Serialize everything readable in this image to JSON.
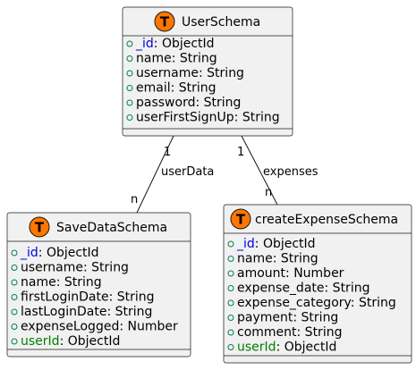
{
  "badge_letter": "T",
  "colors": {
    "badge": "#ff7700",
    "box_fill": "#f1f1f1",
    "visibility_marker": "#038048",
    "id_field": "#0000ee",
    "ref_field": "#008000"
  },
  "classes": {
    "user": {
      "title": "UserSchema",
      "attributes": [
        {
          "name": "_id",
          "type": ": ObjectId",
          "style": "blue"
        },
        {
          "name": "name",
          "type": ": String",
          "style": "plain"
        },
        {
          "name": "username",
          "type": ": String",
          "style": "plain"
        },
        {
          "name": "email",
          "type": ": String",
          "style": "plain"
        },
        {
          "name": "password",
          "type": ": String",
          "style": "plain"
        },
        {
          "name": "userFirstSignUp",
          "type": ": String",
          "style": "plain"
        }
      ]
    },
    "savedata": {
      "title": "SaveDataSchema",
      "attributes": [
        {
          "name": "_id",
          "type": ": ObjectId",
          "style": "blue"
        },
        {
          "name": "username",
          "type": ": String",
          "style": "plain"
        },
        {
          "name": "name",
          "type": ": String",
          "style": "plain"
        },
        {
          "name": "firstLoginDate",
          "type": ": String",
          "style": "plain"
        },
        {
          "name": "lastLoginDate",
          "type": ": String",
          "style": "plain"
        },
        {
          "name": "expenseLogged",
          "type": ": Number",
          "style": "plain"
        },
        {
          "name": "userId",
          "type": ": ObjectId",
          "style": "green"
        }
      ]
    },
    "expense": {
      "title": "createExpenseSchema",
      "attributes": [
        {
          "name": "_id",
          "type": ": ObjectId",
          "style": "blue"
        },
        {
          "name": "name",
          "type": ": String",
          "style": "plain"
        },
        {
          "name": "amount",
          "type": ": Number",
          "style": "plain"
        },
        {
          "name": "expense_date",
          "type": ": String",
          "style": "plain"
        },
        {
          "name": "expense_category",
          "type": ": String",
          "style": "plain"
        },
        {
          "name": "payment",
          "type": ": String",
          "style": "plain"
        },
        {
          "name": "comment",
          "type": ": String",
          "style": "plain"
        },
        {
          "name": "userId",
          "type": ": ObjectId",
          "style": "green"
        }
      ]
    }
  },
  "relations": {
    "user_savedata": {
      "label": "userData",
      "from_mult": "1",
      "to_mult": "n"
    },
    "user_expense": {
      "label": "expenses",
      "from_mult": "1",
      "to_mult": "n"
    }
  }
}
